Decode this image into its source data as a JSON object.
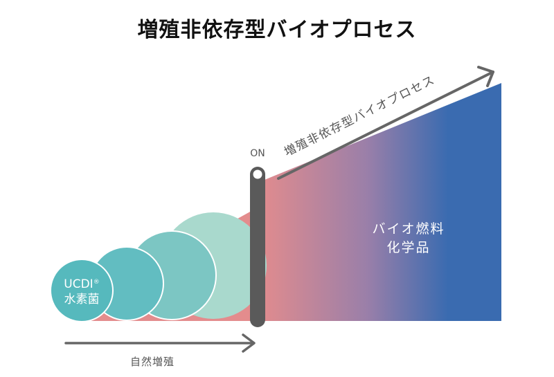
{
  "title": "増殖非依存型バイオプロセス",
  "arrow_label": "増殖非依存型バイオプロセス",
  "switch_label": "ON",
  "products": {
    "line1": "バイオ燃料",
    "line2": "化学品"
  },
  "bacteria": {
    "name": "UCDI",
    "mark": "®",
    "label": "水素菌"
  },
  "growth_label": "自然増殖",
  "colors": {
    "wedge_start": "#e38c8d",
    "wedge_mid": "#9a7fa9",
    "wedge_end": "#3a6bb0",
    "circle_1": "#56b9bd",
    "circle_2": "#62bdc1",
    "circle_3": "#7cc6c3",
    "circle_4": "#a9d9cd",
    "switch": "#5a5a5a",
    "arrow": "#666666"
  }
}
